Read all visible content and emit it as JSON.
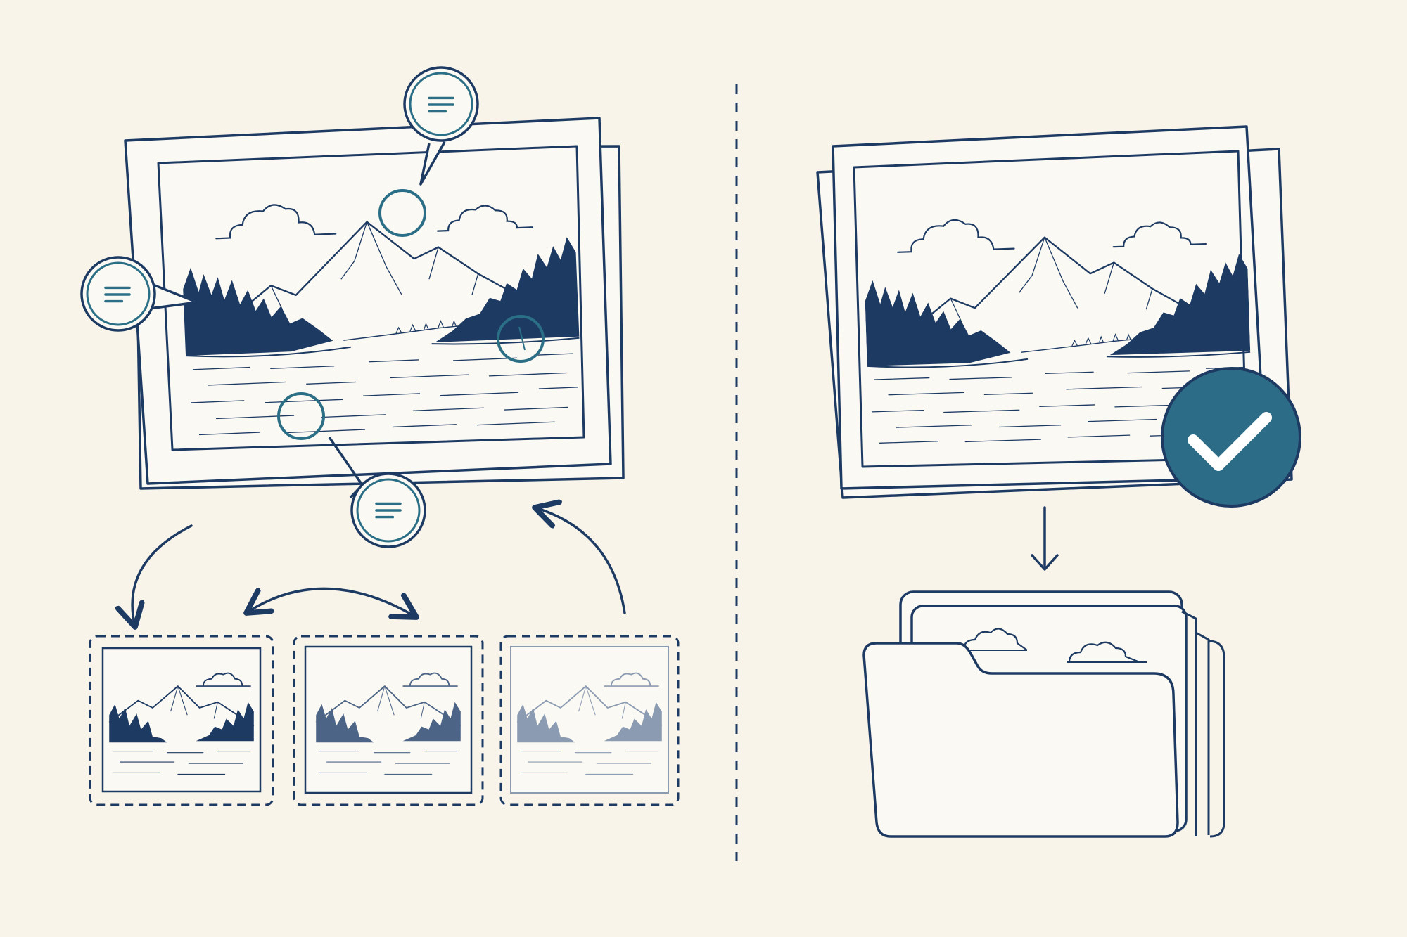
{
  "colors": {
    "background": "#f8f4ea",
    "ink": "#1d3a63",
    "accent": "#2b6f87",
    "paper": "#fbf9f3",
    "badge_fill": "#2d6c86"
  },
  "left_panel": {
    "photo": {
      "scene": "mountain-lake-landscape"
    },
    "annotations": [
      {
        "icon": "comment-icon",
        "target": "sky"
      },
      {
        "icon": "comment-icon",
        "target": "tree-line"
      },
      {
        "icon": "comment-icon",
        "target": "lake-water"
      }
    ],
    "variant_thumbnails": [
      {
        "style": "dark-ink"
      },
      {
        "style": "medium-ink"
      },
      {
        "style": "faded-ink"
      }
    ],
    "flow_arrows": [
      "curved-arrow",
      "double-headed-arrow",
      "curved-arrow"
    ]
  },
  "right_panel": {
    "approved_photo": {
      "scene": "mountain-lake-landscape",
      "status_icon": "checkmark-icon"
    },
    "destination": {
      "icon": "folder-icon"
    },
    "arrow": "down-arrow-icon"
  },
  "divider": "dashed-line"
}
